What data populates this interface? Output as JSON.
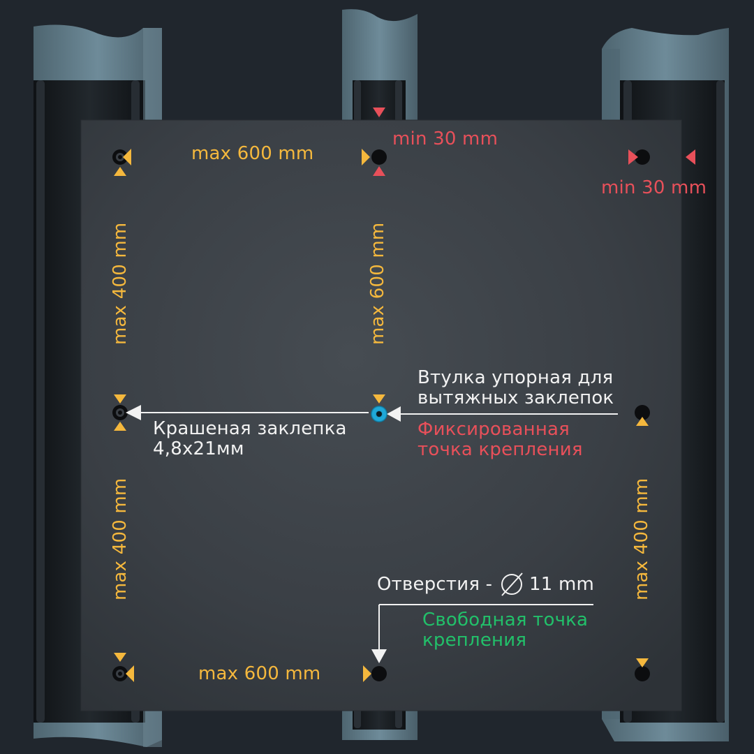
{
  "labels": {
    "spacing_top": "max 600 mm",
    "spacing_bottom": "max 600 mm",
    "vertical_left_top": "max 400 mm",
    "vertical_middle": "max 600 mm",
    "vertical_left_bottom": "max 400 mm",
    "vertical_right_bottom": "max 400 mm",
    "edge_top": "min 30 mm",
    "edge_right": "min 30 mm",
    "bushing_line1": "Втулка упорная для",
    "bushing_line2": "вытяжных заклепок",
    "fixed_point_line1": "Фиксированная",
    "fixed_point_line2": "точка крепления",
    "rivet_line1": "Крашеная заклепка",
    "rivet_line2": "4,8х21мм",
    "holes_label": "Отверстия -",
    "holes_diameter": "11 mm",
    "free_point_line1": "Свободная точка",
    "free_point_line2": "крепления"
  },
  "colors": {
    "background": "#20262d",
    "panel": "#3b4046",
    "profile_dark": "#14171a",
    "profile_top": "#5b7684",
    "dimension": "#f5b83d",
    "edge_distance": "#e8505a",
    "callout": "#f2f2f2",
    "fixed_point": "#e8505a",
    "free_point": "#22c06a",
    "bushing": "#1fa8d8"
  }
}
